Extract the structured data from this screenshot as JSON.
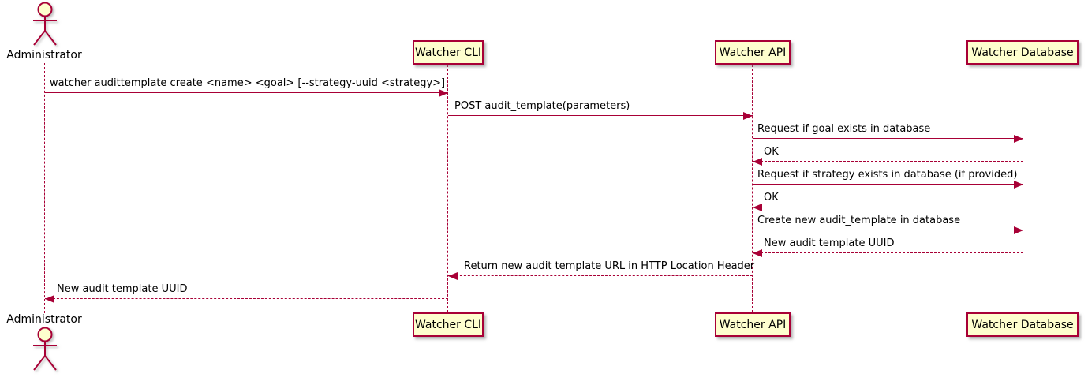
{
  "diagram_type": "sequence",
  "colors": {
    "accent": "#A80036",
    "participant_fill": "#FEFECE",
    "text": "#000000",
    "background": "#FFFFFF"
  },
  "actor": {
    "name": "Administrator"
  },
  "participants": [
    {
      "label": "Watcher CLI"
    },
    {
      "label": "Watcher API"
    },
    {
      "label": "Watcher Database"
    }
  ],
  "messages": [
    {
      "from": "Administrator",
      "to": "Watcher CLI",
      "style": "solid",
      "label": "watcher audittemplate create <name> <goal> [--strategy-uuid <strategy>]"
    },
    {
      "from": "Watcher CLI",
      "to": "Watcher API",
      "style": "solid",
      "label": "POST audit_template(parameters)"
    },
    {
      "from": "Watcher API",
      "to": "Watcher Database",
      "style": "solid",
      "label": "Request if goal exists in database"
    },
    {
      "from": "Watcher Database",
      "to": "Watcher API",
      "style": "dashed",
      "label": "OK"
    },
    {
      "from": "Watcher API",
      "to": "Watcher Database",
      "style": "solid",
      "label": "Request if strategy exists in database (if provided)"
    },
    {
      "from": "Watcher Database",
      "to": "Watcher API",
      "style": "dashed",
      "label": "OK"
    },
    {
      "from": "Watcher API",
      "to": "Watcher Database",
      "style": "solid",
      "label": "Create new audit_template in database"
    },
    {
      "from": "Watcher Database",
      "to": "Watcher API",
      "style": "dashed",
      "label": "New audit template UUID"
    },
    {
      "from": "Watcher API",
      "to": "Watcher CLI",
      "style": "dashed",
      "label": "Return new audit template URL in HTTP Location Header"
    },
    {
      "from": "Watcher CLI",
      "to": "Administrator",
      "style": "dashed",
      "label": "New audit template UUID"
    }
  ]
}
